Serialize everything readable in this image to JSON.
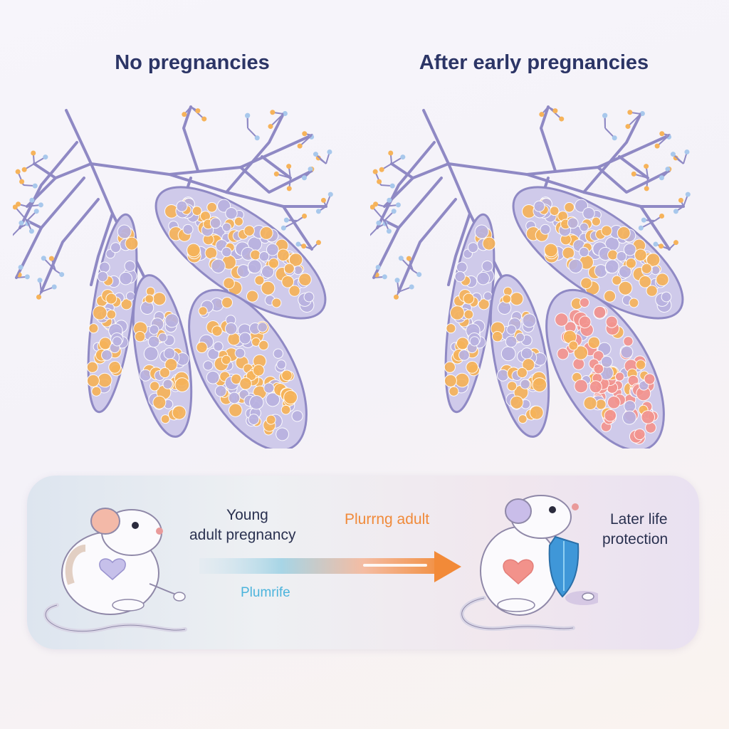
{
  "titles": {
    "left": "No pregnancies",
    "right": "After early pregnancies"
  },
  "timeline": {
    "young_line1": "Young",
    "young_line2": "adult pregnancy",
    "orange_label": "Plurrng adult",
    "blue_label": "Plumrife",
    "later_line1": "Later life",
    "later_line2": "protection"
  },
  "colors": {
    "duct": "#8f89c4",
    "lobule_fill": "#cfcaea",
    "cell_orange": "#f6b35a",
    "cell_purple": "#b9b2e0",
    "cell_pink": "#f3948f",
    "title": "#2c3566",
    "arrow_start": "#9fd2e4",
    "arrow_end": "#f28a38",
    "shield": "#3f97d8"
  },
  "icons": [
    "mouse-icon",
    "heart-icon",
    "shield-icon",
    "arrow-icon"
  ]
}
